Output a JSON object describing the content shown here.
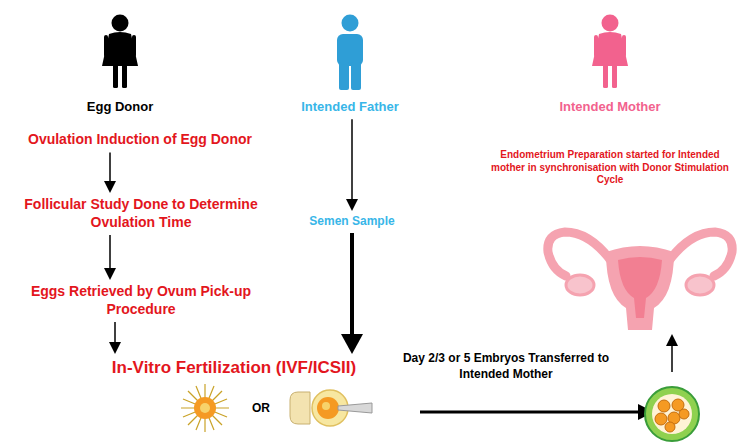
{
  "diagram": {
    "nodes": [
      {
        "text": [
          "Egg Donor"
        ]
      },
      {
        "text": [
          "Intended Father"
        ]
      },
      {
        "text": [
          "Intended Mother"
        ]
      },
      {
        "text": [
          "Ovulation Induction of Egg Donor"
        ]
      },
      {
        "text": [
          "Follicular Study Done to Determine Ovulation Time"
        ]
      },
      {
        "text": [
          "Eggs Retrieved by Ovum Pick-up Procedure"
        ]
      },
      {
        "text": [
          "In-Vitro Fertilization (IVF/ICSII)"
        ]
      },
      {
        "text": [
          "Semen Sample"
        ]
      },
      {
        "text": [
          "Endometrium Preparation started for Intended mother in synchronisation with Donor Stimulation Cycle"
        ]
      }
    ],
    "edges": [
      {
        "from": 3,
        "to": 4,
        "arrow": "to"
      },
      {
        "from": 4,
        "to": 5,
        "arrow": "to"
      },
      {
        "from": 5,
        "to": 6,
        "arrow": "to"
      },
      {
        "from": 1,
        "to": 7,
        "arrow": "to"
      },
      {
        "from": 7,
        "to": 6,
        "arrow": "to"
      }
    ],
    "labels": [
      "OR",
      "Day 2/3 or 5 Embryos Transferred to Intended Mother"
    ]
  }
}
